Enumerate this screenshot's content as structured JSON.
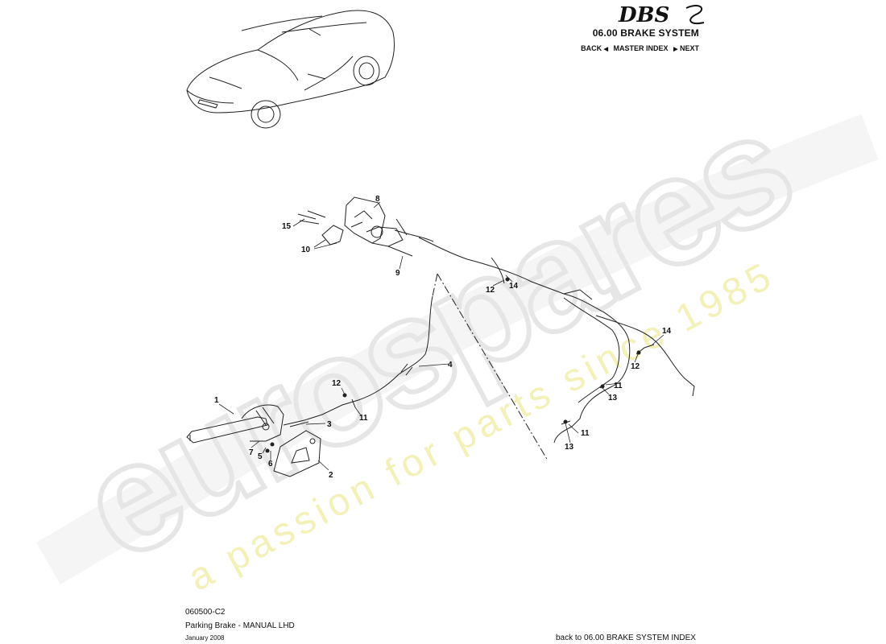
{
  "header": {
    "logo_text": "DBS",
    "section_title": "06.00 BRAKE SYSTEM",
    "nav_back": "BACK",
    "nav_master": "MASTER INDEX",
    "nav_next": "NEXT"
  },
  "watermark": {
    "brand": "eurospares",
    "tagline": "a passion for parts since 1985"
  },
  "callouts": [
    "1",
    "2",
    "3",
    "4",
    "5",
    "6",
    "7",
    "8",
    "9",
    "10",
    "11",
    "11",
    "11",
    "12",
    "12",
    "12",
    "13",
    "13",
    "14",
    "14",
    "15"
  ],
  "footer": {
    "code": "060500-C2",
    "title": "Parking Brake - MANUAL LHD",
    "date": "January 2008",
    "index_link": "back to 06.00 BRAKE SYSTEM INDEX"
  },
  "colors": {
    "line": "#222222",
    "watermark_gray": "#e9e9e9",
    "watermark_yellow": "#f3f0b8"
  }
}
